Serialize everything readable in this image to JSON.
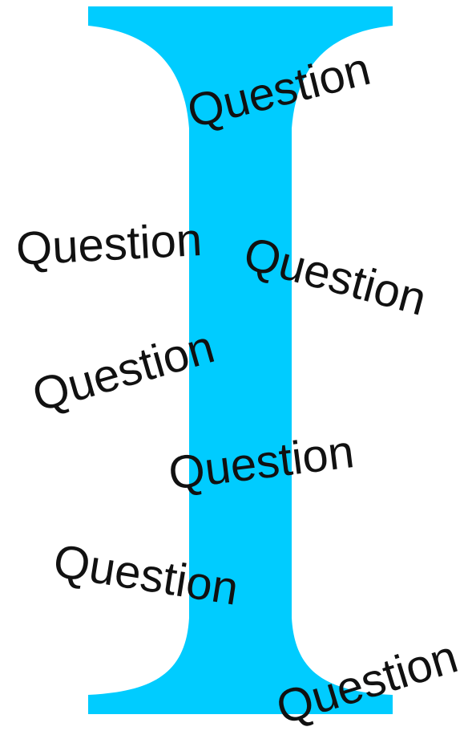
{
  "letter": {
    "glyph": "I",
    "color": "#00CCFF"
  },
  "words": [
    {
      "text": "Question"
    },
    {
      "text": "Question"
    },
    {
      "text": "Question"
    },
    {
      "text": "Question"
    },
    {
      "text": "Question"
    },
    {
      "text": "Question"
    },
    {
      "text": "Question"
    }
  ],
  "text_color": "#111111"
}
